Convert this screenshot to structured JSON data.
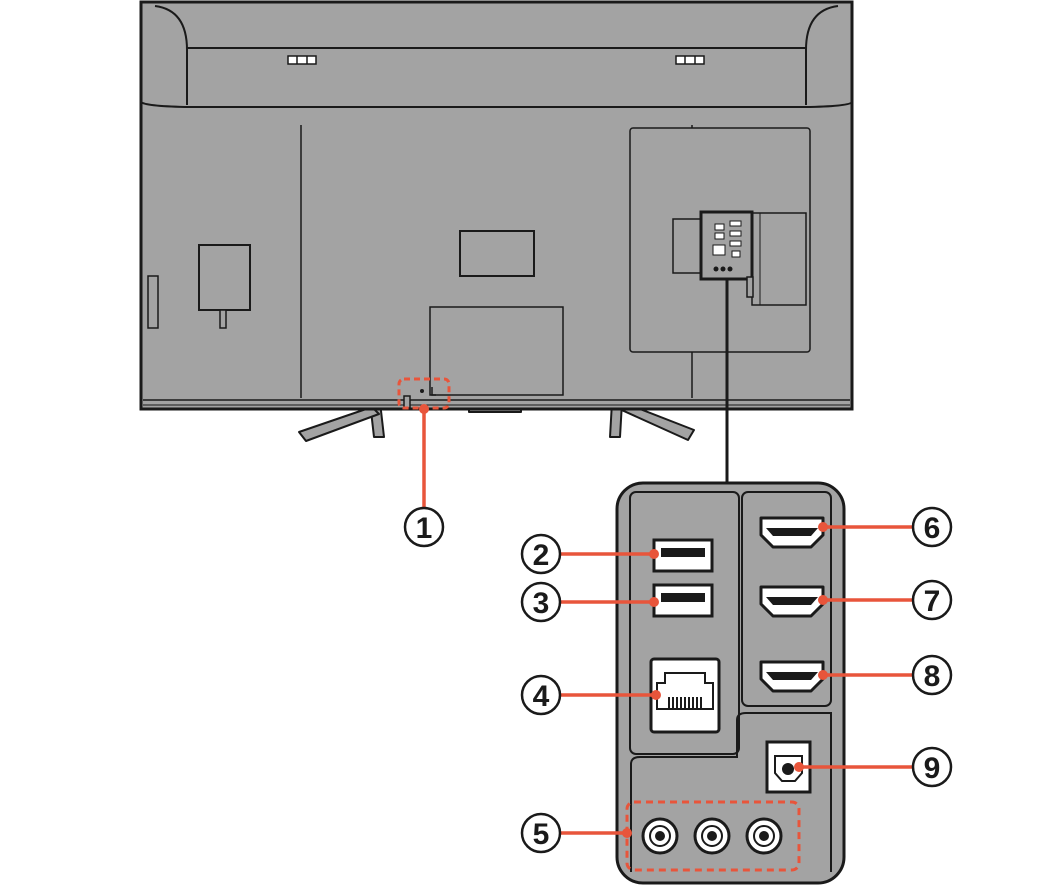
{
  "colors": {
    "tv_body": "#a3a3a3",
    "outline": "#1a1a1a",
    "panel_fill": "#a3a3a3",
    "port_fill": "#ffffff",
    "callout": "#e8553b"
  },
  "icons": [
    "tv-back-icon",
    "usb-port-icon",
    "lan-port-icon",
    "hdmi-port-icon",
    "optical-port-icon",
    "av-jack-icon",
    "stand-icon"
  ],
  "callouts": {
    "c1": "1",
    "c2": "2",
    "c3": "3",
    "c4": "4",
    "c5": "5",
    "c6": "6",
    "c7": "7",
    "c8": "8",
    "c9": "9"
  }
}
